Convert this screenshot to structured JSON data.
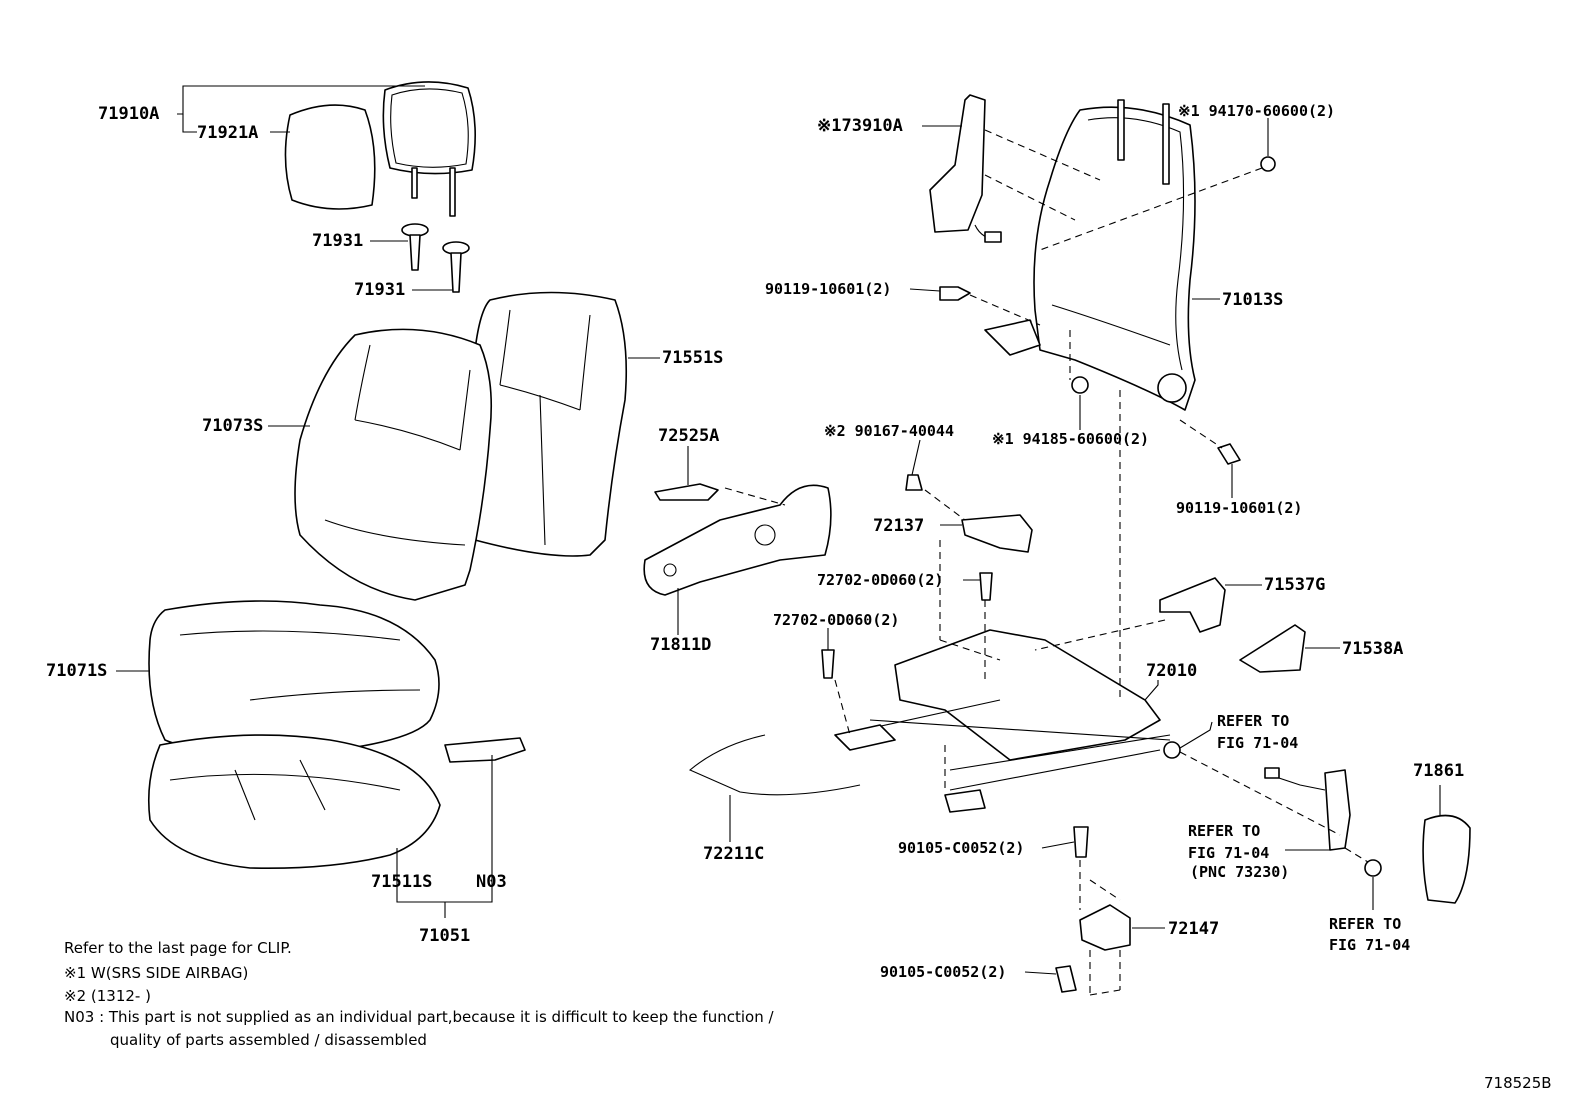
{
  "labels": {
    "p71910A": "71910A",
    "p71921A": "71921A",
    "p71931a": "71931",
    "p71931b": "71931",
    "p71551S": "71551S",
    "p71073S": "71073S",
    "p71071S": "71071S",
    "p71511S": "71511S",
    "pN03": "N03",
    "p71051": "71051",
    "p72525A": "72525A",
    "p71811D": "71811D",
    "p72211C": "72211C",
    "p73910A": "※173910A",
    "p94170": "※1 94170-60600(2)",
    "p90119a": "90119-10601(2)",
    "p71013S": "71013S",
    "p94185": "※1 94185-60600(2)",
    "p90119b": "90119-10601(2)",
    "p90167": "※2 90167-40044",
    "p72137": "72137",
    "p72702a": "72702-0D060(2)",
    "p72702b": "72702-0D060(2)",
    "p71537G": "71537G",
    "p71538A": "71538A",
    "p72010": "72010",
    "pRef1a": "REFER TO",
    "pRef1b": "FIG 71-04",
    "p71861": "71861",
    "pRef2a": "REFER TO",
    "pRef2b": "FIG 71-04",
    "pRef2c": "(PNC 73230)",
    "p90105a": "90105-C0052(2)",
    "p72147": "72147",
    "p90105b": "90105-C0052(2)",
    "pRef3a": "REFER TO",
    "pRef3b": "FIG 71-04"
  },
  "notes": {
    "clip": "Refer to the last page for CLIP.",
    "n1": "※1 W(SRS  SIDE  AIRBAG)",
    "n2": "※2 (1312-        )",
    "n03a": "N03 : This part is not supplied as an individual part,because it is difficult to keep the function /",
    "n03b": "quality of parts assembled / disassembled"
  },
  "figure_id": "718525B"
}
